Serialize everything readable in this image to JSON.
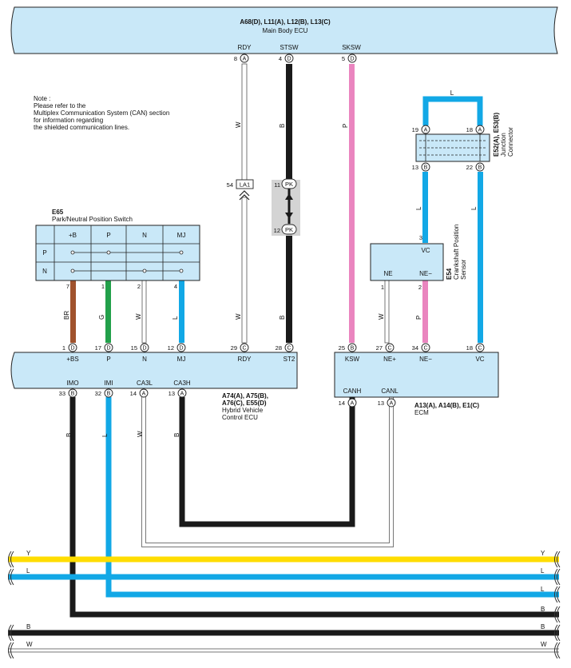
{
  "main_body_ecu": {
    "connector_title": "A68(D), L11(A), L12(B), L13(C)",
    "name": "Main Body ECU",
    "pins": [
      {
        "num": "8",
        "conn": "A",
        "label": "RDY"
      },
      {
        "num": "4",
        "conn": "D",
        "label": "STSW"
      },
      {
        "num": "5",
        "conn": "D",
        "label": "SKSW"
      }
    ]
  },
  "note": {
    "line1": "Note :",
    "line2": "Please refer to the",
    "line3": "Multiplex Communication System (CAN) section",
    "line4": "for information regarding",
    "line5": "the shielded communication lines."
  },
  "pnp_switch": {
    "code": "E65",
    "name": "Park/Neutral Position Switch",
    "columns": [
      "+B",
      "P",
      "N",
      "MJ"
    ],
    "rows": [
      "P",
      "N"
    ],
    "pins": [
      "7",
      "1",
      "2",
      "4"
    ]
  },
  "splice": {
    "num": "54",
    "label": "LA1"
  },
  "junction_pk": {
    "top_num": "11",
    "bottom_num": "12",
    "label": "PK"
  },
  "junction_connector": {
    "code": "E52(A), E53(B)",
    "name1": "Junction",
    "name2": "Connector",
    "pins": [
      {
        "num": "19",
        "conn": "A"
      },
      {
        "num": "18",
        "conn": "A"
      },
      {
        "num": "13",
        "conn": "B"
      },
      {
        "num": "22",
        "conn": "B"
      }
    ]
  },
  "crank_sensor": {
    "code": "E54",
    "name1": "Crankshaft Position",
    "name2": "Sensor",
    "vc_label": "VC",
    "ne_label": "NE",
    "ne_minus_label": "NE−",
    "pins": [
      "3",
      "1",
      "2"
    ]
  },
  "hv_ecu": {
    "connector_title1": "A74(A), A75(B),",
    "connector_title2": "A76(C), E55(D)",
    "name1": "Hybrid Vehicle",
    "name2": "Control ECU",
    "top_pins": [
      {
        "num": "1",
        "conn": "D",
        "label": "+BS"
      },
      {
        "num": "17",
        "conn": "D",
        "label": "P"
      },
      {
        "num": "15",
        "conn": "D",
        "label": "N"
      },
      {
        "num": "12",
        "conn": "D",
        "label": "MJ"
      },
      {
        "num": "29",
        "conn": "C",
        "label": "RDY"
      },
      {
        "num": "28",
        "conn": "C",
        "label": "ST2"
      }
    ],
    "bottom_pins": [
      {
        "num": "33",
        "conn": "B",
        "label": "IMO"
      },
      {
        "num": "32",
        "conn": "B",
        "label": "IMI"
      },
      {
        "num": "14",
        "conn": "A",
        "label": "CA3L"
      },
      {
        "num": "13",
        "conn": "A",
        "label": "CA3H"
      }
    ]
  },
  "ecm": {
    "connector_title": "A13(A), A14(B), E1(C)",
    "name": "ECM",
    "top_pins": [
      {
        "num": "25",
        "conn": "B",
        "label": "KSW"
      },
      {
        "num": "27",
        "conn": "C",
        "label": "NE+"
      },
      {
        "num": "34",
        "conn": "C",
        "label": "NE−"
      },
      {
        "num": "18",
        "conn": "C",
        "label": "VC"
      }
    ],
    "bottom_pins": [
      {
        "num": "14",
        "conn": "A",
        "label": "CANH"
      },
      {
        "num": "13",
        "conn": "A",
        "label": "CANL"
      }
    ]
  },
  "wire_colors": {
    "W": "W",
    "B": "B",
    "P": "P",
    "L": "L",
    "BR": "BR",
    "G": "G",
    "Y": "Y"
  },
  "colors": {
    "panel_fill": "#c9e8f8",
    "white_wire": "#ffffff",
    "black_wire": "#1a1a1a",
    "pink_wire": "#ea85bf",
    "blue_wire": "#12a8e6",
    "brown_wire": "#a0522d",
    "green_wire": "#22a04a",
    "yellow_wire": "#ffdd00"
  },
  "bus_lines": [
    "Y",
    "L",
    "L",
    "B",
    "B",
    "W"
  ]
}
